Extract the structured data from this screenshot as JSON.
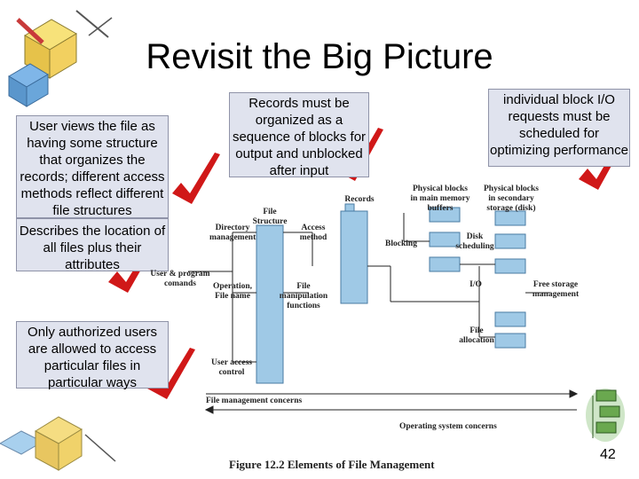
{
  "slide": {
    "title": "Revisit the Big Picture",
    "page_number": "42",
    "accent_check_color": "#d01818",
    "callout_fill": "#e0e3ee"
  },
  "callouts": {
    "user_views": "User views the file as having some structure that organizes the records; different access methods reflect different file structures",
    "describes_location": "Describes the location of all files plus their attributes",
    "authorized_users": "Only authorized users are allowed to access particular files in particular ways",
    "records_blocks": "Records must be organized as a sequence of blocks for output and unblocked after input",
    "block_io": "individual block I/O requests must be scheduled for optimizing performance"
  },
  "figure": {
    "caption": "Figure 12.2   Elements of File Management",
    "labels": {
      "records": "Records",
      "physical_main": "Physical blocks in main memory buffers",
      "physical_secondary": "Physical blocks in secondary storage (disk)",
      "directory_management": "Directory management",
      "file_structure": "File Structure",
      "access_method": "Access method",
      "blocking": "Blocking",
      "disk_scheduling": "Disk scheduling",
      "user_program_commands": "User & program comands",
      "operation_file_name": "Operation, File name",
      "file_manipulation_functions": "File manipulation functions",
      "io": "I/O",
      "free_storage_management": "Free storage management",
      "file_allocation": "File allocation",
      "user_access_control": "User access control",
      "file_management_concerns": "File management concerns",
      "operating_system_concerns": "Operating system concerns"
    }
  }
}
